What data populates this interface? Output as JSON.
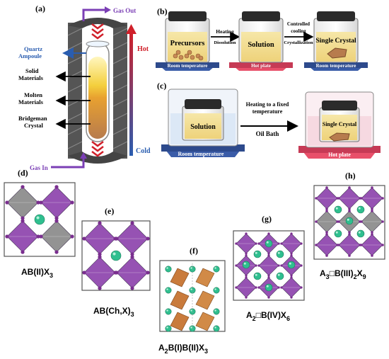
{
  "panels": {
    "a": "(a)",
    "b": "(b)",
    "c": "(c)",
    "d": "(d)",
    "e": "(e)",
    "f": "(f)",
    "g": "(g)",
    "h": "(h)"
  },
  "panel_a": {
    "gas_out": "Gas Out",
    "gas_in": "Gas In",
    "quartz_ampoule": [
      "Quartz",
      "Ampoule"
    ],
    "solid_materials": [
      "Solid",
      "Materials"
    ],
    "molten_materials": [
      "Molten",
      "Materials"
    ],
    "bridgeman_crystal": [
      "Bridgeman",
      "Crystal"
    ],
    "hot": "Hot",
    "cold": "Cold"
  },
  "panel_b": {
    "beaker1": "Precursors",
    "beaker2": "Solution",
    "beaker3": "Single Crystal",
    "plate1": "Room temperature",
    "plate2": "Hot plate",
    "plate3": "Room temperature",
    "arrow1_top": "Heating",
    "arrow1_bottom": "Dissolution",
    "arrow2_top": [
      "Controlled",
      "cooling"
    ],
    "arrow2_bottom": "Crystallization"
  },
  "panel_c": {
    "beaker1": "Solution",
    "beaker2": "Single Crystal",
    "plate1": "Room temperature",
    "plate2": "Hot plate",
    "arrow_top": [
      "Heating to a fixed",
      "temperature"
    ],
    "arrow_bottom": "Oil Bath"
  },
  "structures": {
    "d": "AB(II)X",
    "e": "AB(Ch,X)",
    "f_a": "A",
    "f_b": "B(I)B(II)X",
    "g_a": "A",
    "g_b": "B(IV)X",
    "h_a": "A",
    "h_b": "B(III)",
    "h_c": "X"
  },
  "colors": {
    "octahedron_purple": "#8e44ad",
    "octahedron_grey": "#8a8a8a",
    "octahedron_orange": "#c97b3c",
    "a_cation": "#2fbf8f",
    "hot_plate": "#e8506a",
    "room_plate": "#3a5ca8",
    "arrow_purple": "#7b3fb5",
    "hot_red": "#d0202a",
    "cold_blue": "#2a5db0"
  }
}
